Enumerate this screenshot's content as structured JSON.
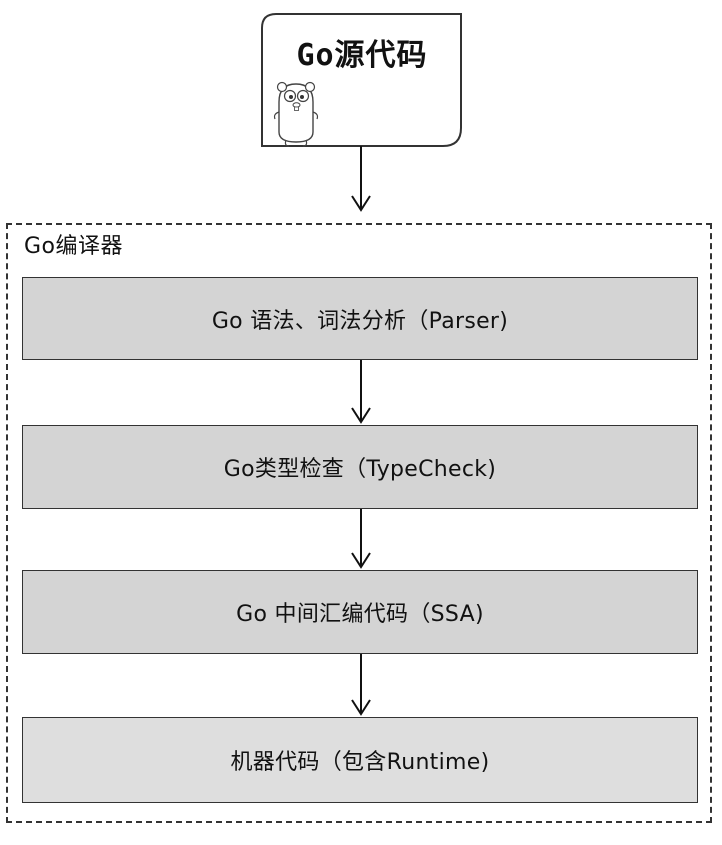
{
  "source": {
    "title": "Go源代码"
  },
  "compiler": {
    "label": "Go编译器",
    "stages": [
      {
        "label": "Go 语法、词法分析（Parser)"
      },
      {
        "label": "Go类型检查（TypeCheck)"
      },
      {
        "label": "Go 中间汇编代码（SSA)"
      },
      {
        "label": "机器代码（包含Runtime)"
      }
    ]
  },
  "colors": {
    "stage_fill": "#d4d4d4",
    "final_stage_fill": "#dedede",
    "stroke": "#333333"
  },
  "icons": {
    "mascot": "go-gopher-icon"
  }
}
